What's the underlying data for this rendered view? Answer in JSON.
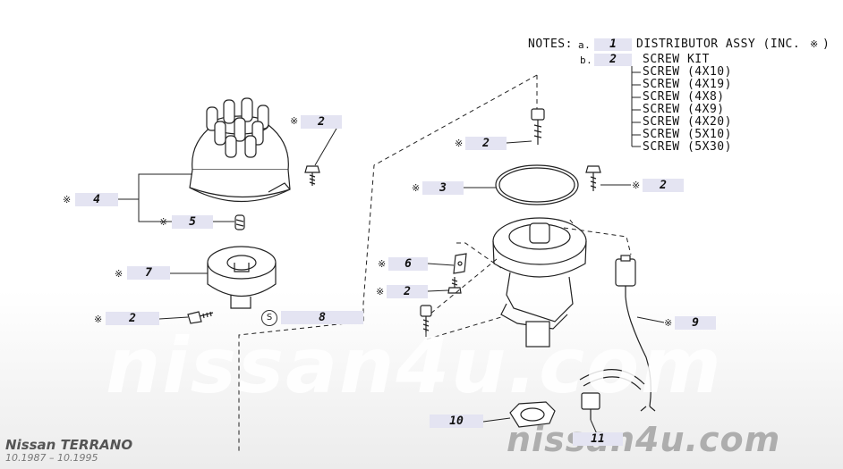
{
  "notes": {
    "heading": "NOTES:",
    "a_marker": "a.",
    "a_ref": "1",
    "a_text": "DISTRIBUTOR ASSY (INC.",
    "a_suffix": ")",
    "b_marker": "b.",
    "b_ref": "2",
    "b_text": "SCREW KIT",
    "screws": [
      "SCREW (4X10)",
      "SCREW (4X19)",
      "SCREW (4X8)",
      "SCREW (4X9)",
      "SCREW (4X20)",
      "SCREW (5X10)",
      "SCREW (5X30)"
    ]
  },
  "star_symbol": "※",
  "s_symbol": "S",
  "callouts": {
    "c2_cap": "2",
    "c4": "4",
    "c5": "5",
    "c7": "7",
    "c2_rotor": "2",
    "c8": "8",
    "c2_top": "2",
    "c3": "3",
    "c2_right": "2",
    "c6": "6",
    "c2_mid": "2",
    "c9": "9",
    "c10": "10",
    "c11": "11"
  },
  "watermark": "nissan4u.com",
  "model": {
    "name": "Nissan  TERRANO",
    "years": "10.1987  –  10.1995"
  },
  "colors": {
    "line": "#222222",
    "callout_bg": "#e4e4f2"
  }
}
